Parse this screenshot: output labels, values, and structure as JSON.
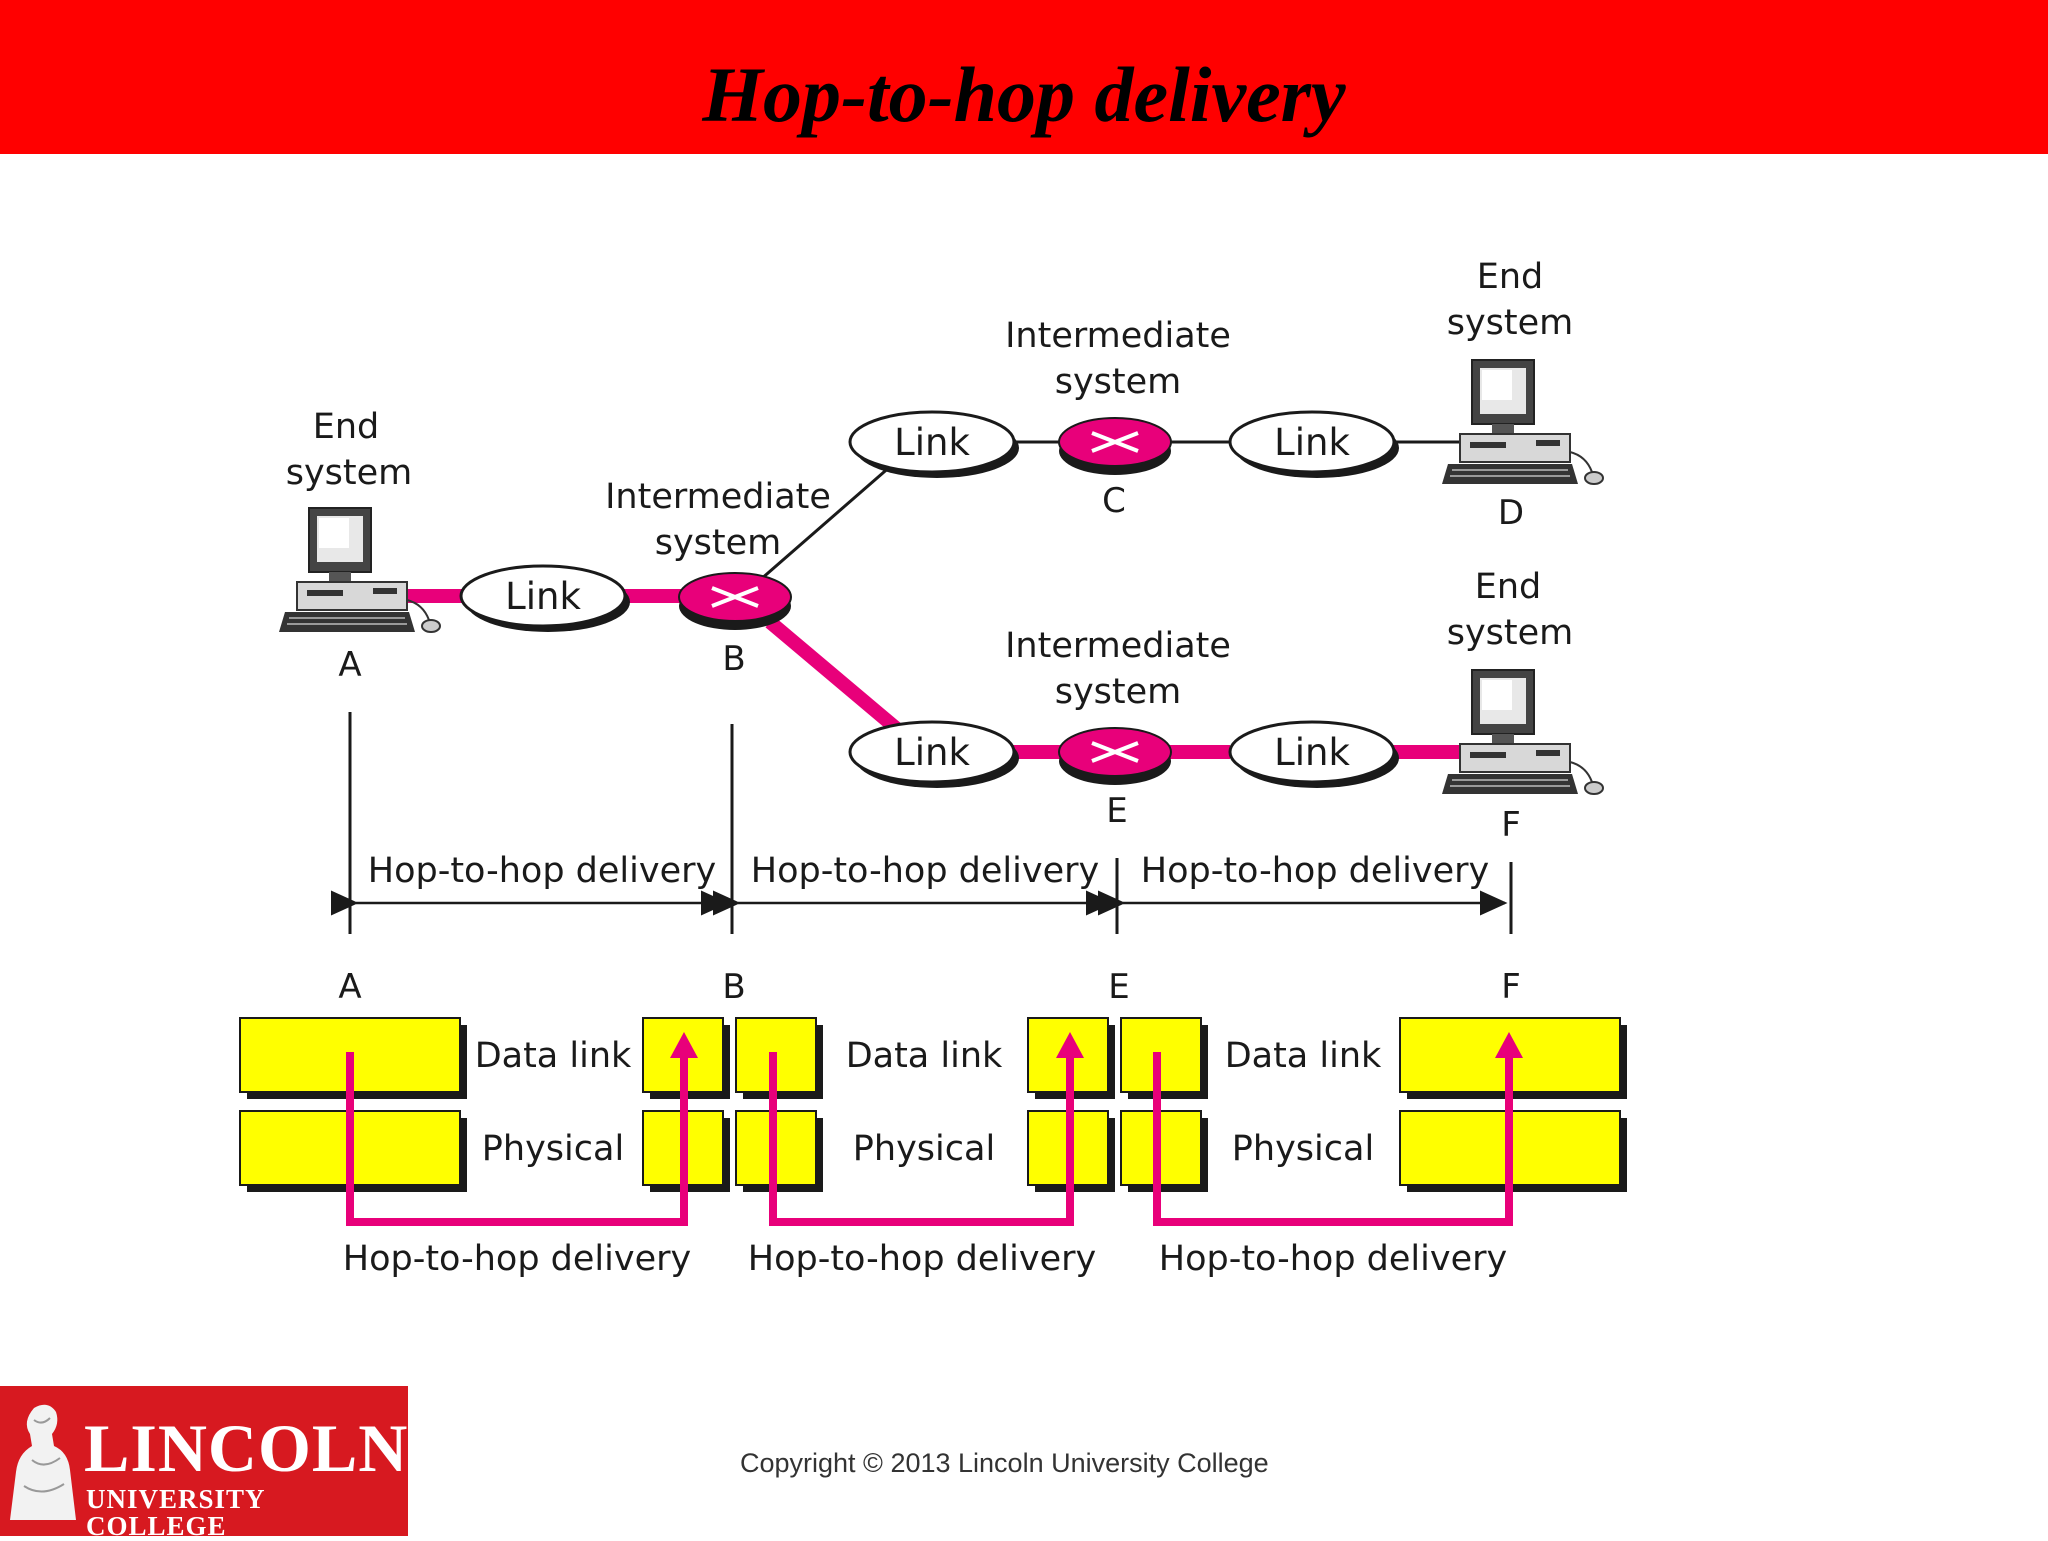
{
  "slide": {
    "title": "Hop-to-hop delivery",
    "colors": {
      "header": "#ff0000",
      "path": "#e8007a",
      "layer_box": "#ffff00",
      "router": "#e8007a",
      "logo": "#d71920"
    }
  },
  "diagram": {
    "nodes": {
      "A": {
        "label": "A",
        "role_lines": [
          "End",
          "system"
        ],
        "icon": "computer-icon"
      },
      "B": {
        "label": "B",
        "role_lines": [
          "Intermediate",
          "system"
        ],
        "icon": "router-icon"
      },
      "C": {
        "label": "C",
        "role_lines": [
          "Intermediate",
          "system"
        ],
        "icon": "router-icon"
      },
      "D": {
        "label": "D",
        "role_lines": [
          "End",
          "system"
        ],
        "icon": "computer-icon"
      },
      "E": {
        "label": "E",
        "role_lines": [
          "Intermediate",
          "system"
        ],
        "icon": "router-icon"
      },
      "F": {
        "label": "F",
        "role_lines": [
          "End",
          "system"
        ],
        "icon": "computer-icon"
      }
    },
    "link_label": "Link",
    "hop_label": "Hop-to-hop delivery",
    "layers": {
      "data_link": "Data link",
      "physical": "Physical"
    },
    "stack_labels": [
      "A",
      "B",
      "E",
      "F"
    ]
  },
  "footer": {
    "logo_word": "LINCOLN",
    "logo_sub": "UNIVERSITY COLLEGE",
    "copyright": "Copyright © 2013 Lincoln University College"
  }
}
